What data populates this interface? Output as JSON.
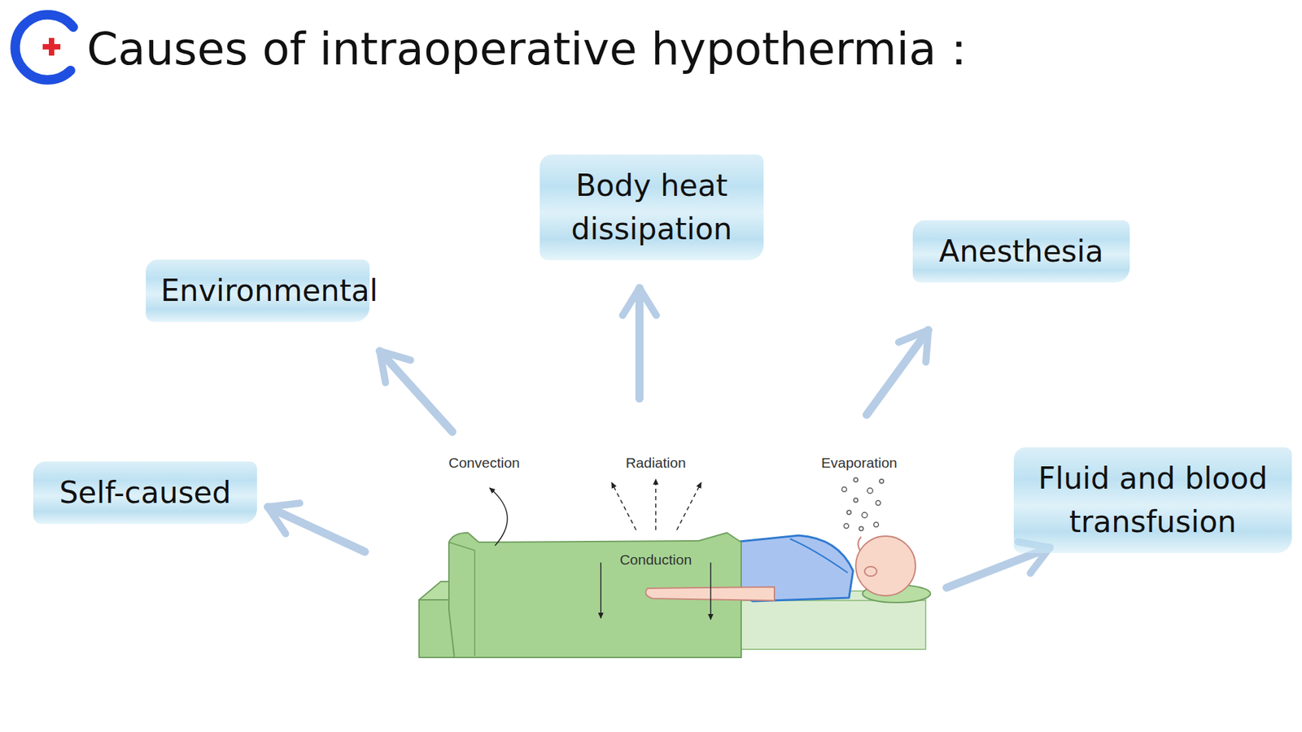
{
  "diagram": {
    "title": "Causes of intraoperative hypothermia：",
    "nodes": [
      {
        "text": [
          "Environmental"
        ]
      },
      {
        "text": [
          "Body heat dissipation"
        ]
      },
      {
        "text": [
          "Anesthesia"
        ]
      },
      {
        "text": [
          "Self-caused"
        ]
      },
      {
        "text": [
          "Fluid and blood transfusion"
        ]
      }
    ],
    "labels": [
      "Convection",
      "Radiation",
      "Evaporation",
      "Conduction"
    ]
  }
}
